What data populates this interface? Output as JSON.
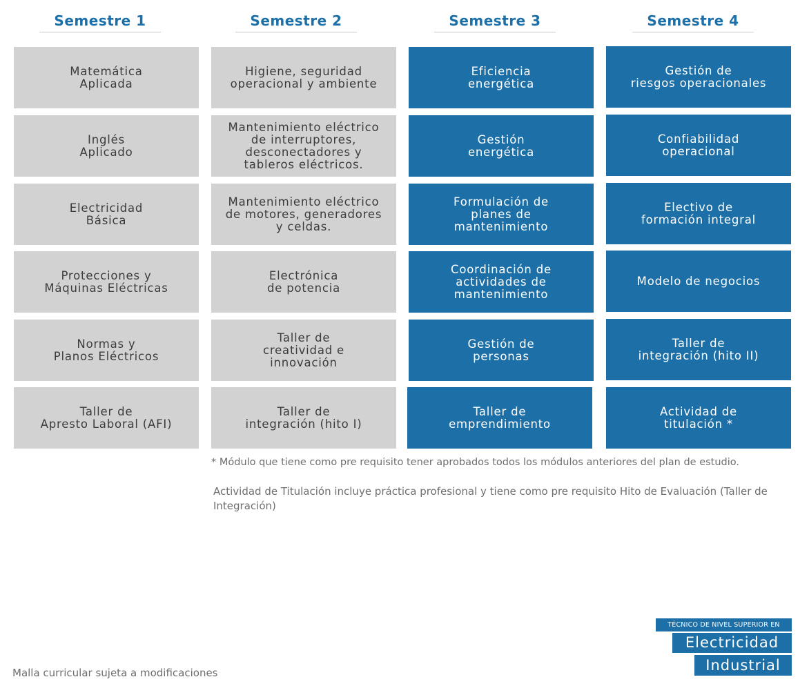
{
  "semesters": [
    "Semestre 1",
    "Semestre 2",
    "Semestre 3",
    "Semestre 4"
  ],
  "columns": [
    [
      "Matemática\nAplicada",
      "Inglés\nAplicado",
      "Electricidad\nBásica",
      "Protecciones y\nMáquinas Eléctricas",
      "Normas y\nPlanos Eléctricos",
      "Taller de\nApresto Laboral (AFI)"
    ],
    [
      "Higiene, seguridad\noperacional y ambiente",
      "Mantenimiento eléctrico\nde interruptores,\ndesconectadores y\ntableros eléctricos.",
      "Mantenimiento eléctrico\nde motores, generadores\ny celdas.",
      "Electrónica\nde potencia",
      "Taller de\ncreatividad e\ninnovación",
      "Taller de\nintegración (hito I)"
    ],
    [
      "Eficiencia\nenergética",
      "Gestión\nenergética",
      "Formulación de\nplanes de\nmantenimiento",
      "Coordinación de\nactividades de\nmantenimiento",
      "Gestión de\npersonas",
      "Taller de\nemprendimiento"
    ],
    [
      "Gestión de\nriesgos operacionales",
      "Confiabilidad\noperacional",
      "Electivo de\nformación integral",
      "Modelo de negocios",
      "Taller de\nintegración (hito II)",
      "Actividad de\ntitulación *"
    ]
  ],
  "notes": {
    "asterisk": "* Módulo que tiene como pre requisito tener aprobados todos los módulos anteriores del plan de estudio.",
    "titulacion": "Actividad de Titulación incluye práctica profesional y tiene como pre requisito Hito de Evaluación (Taller de Integración)"
  },
  "brand": {
    "subtitle": "TÉCNICO DE NIVEL SUPERIOR EN",
    "line1": "Electricidad",
    "line2": "Industrial"
  },
  "footer": "Malla curricular sujeta a modificaciones",
  "colors": {
    "blue": "#1d6fa8",
    "gray": "#d2d2d2"
  }
}
